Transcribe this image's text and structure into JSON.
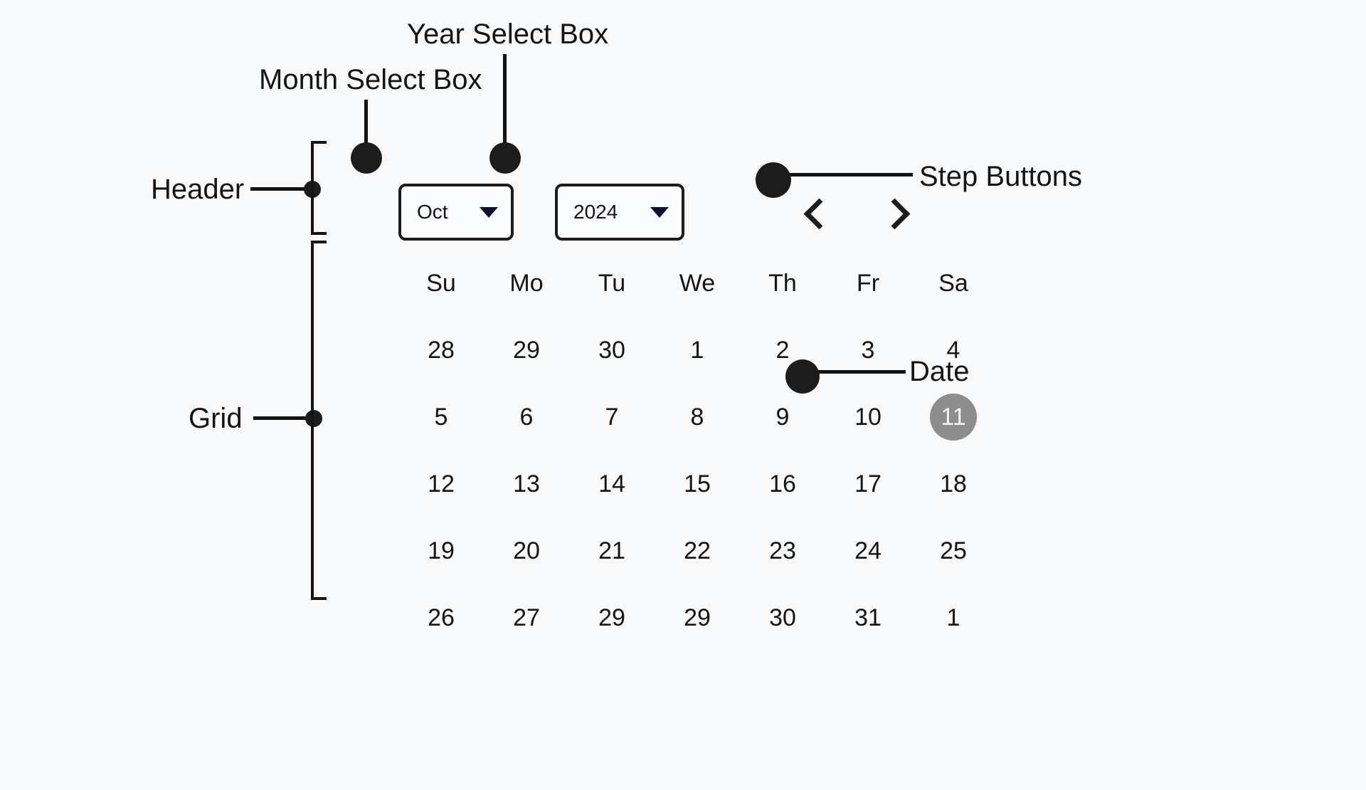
{
  "annotations": {
    "month_select_box": "Month Select Box",
    "year_select_box": "Year Select Box",
    "header": "Header",
    "grid": "Grid",
    "step_buttons": "Step Buttons",
    "date": "Date"
  },
  "datepicker": {
    "month_value": "Oct",
    "year_value": "2024",
    "month_caret_icon": "chevron-down-icon",
    "year_caret_icon": "chevron-down-icon",
    "prev_icon": "chevron-left-icon",
    "next_icon": "chevron-right-icon",
    "selected_date": "11",
    "selected_color": "#8d8d8d",
    "weekdays": [
      "Su",
      "Mo",
      "Tu",
      "We",
      "Th",
      "Fr",
      "Sa"
    ],
    "weeks": [
      [
        "28",
        "29",
        "30",
        "1",
        "2",
        "3",
        "4"
      ],
      [
        "5",
        "6",
        "7",
        "8",
        "9",
        "10",
        "11"
      ],
      [
        "12",
        "13",
        "14",
        "15",
        "16",
        "17",
        "18"
      ],
      [
        "19",
        "20",
        "21",
        "22",
        "23",
        "24",
        "25"
      ],
      [
        "26",
        "27",
        "29",
        "29",
        "30",
        "31",
        "1"
      ]
    ]
  }
}
